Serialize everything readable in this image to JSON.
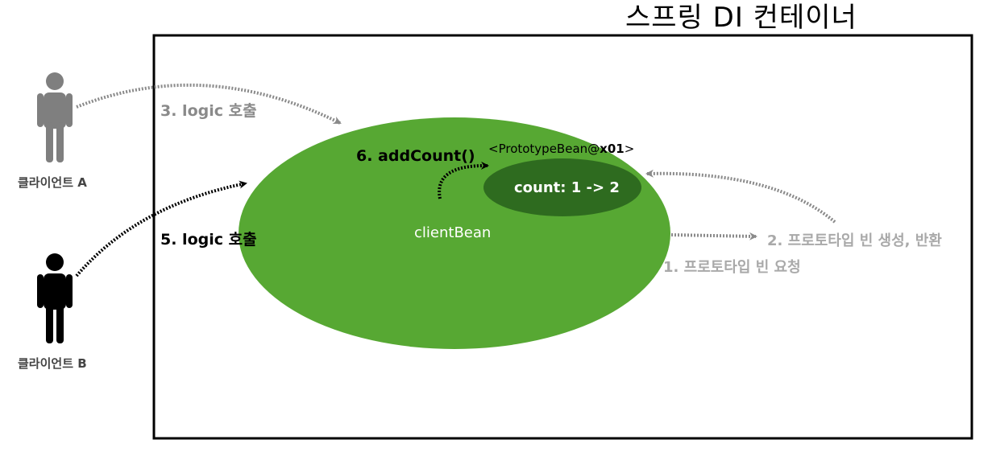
{
  "container": {
    "title": "스프링 DI 컨테이너"
  },
  "clients": [
    {
      "label": "클라이언트 A",
      "color": "#7f7f7f"
    },
    {
      "label": "클라이언트 B",
      "color": "#000000"
    }
  ],
  "client_bean": {
    "label": "clientBean",
    "color": "#57a833"
  },
  "prototype_bean": {
    "label_prefix": "<PrototypeBean@",
    "label_id": "x01",
    "label_suffix": ">",
    "state": "count: 1 -> 2",
    "color": "#2e6b1f"
  },
  "steps": {
    "request": "1. 프로토타입 빈 요청",
    "create_return": "2. 프로토타입 빈 생성, 반환",
    "call_a": "3. logic 호출",
    "call_b": "5. logic 호출",
    "add_count": "6. addCount()"
  }
}
